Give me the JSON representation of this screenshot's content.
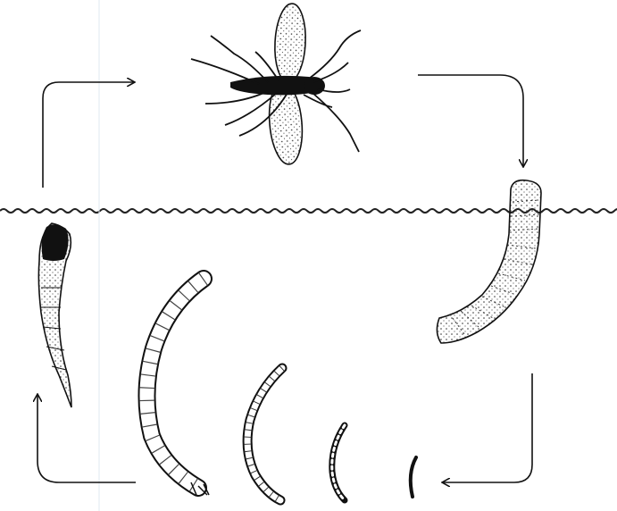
{
  "diagram": {
    "stages": [
      {
        "id": "adult-midge",
        "icon": "adult-midge-icon"
      },
      {
        "id": "egg-mass",
        "icon": "egg-mass-icon"
      },
      {
        "id": "larva-instar-1",
        "icon": "larva-icon"
      },
      {
        "id": "larva-instar-2",
        "icon": "larva-icon"
      },
      {
        "id": "larva-instar-3",
        "icon": "larva-icon"
      },
      {
        "id": "larva-instar-4",
        "icon": "larva-icon"
      },
      {
        "id": "pupa",
        "icon": "pupa-icon"
      }
    ],
    "colors": {
      "ink": "#111111",
      "paper": "#ffffff",
      "water_line": "#222222"
    }
  }
}
